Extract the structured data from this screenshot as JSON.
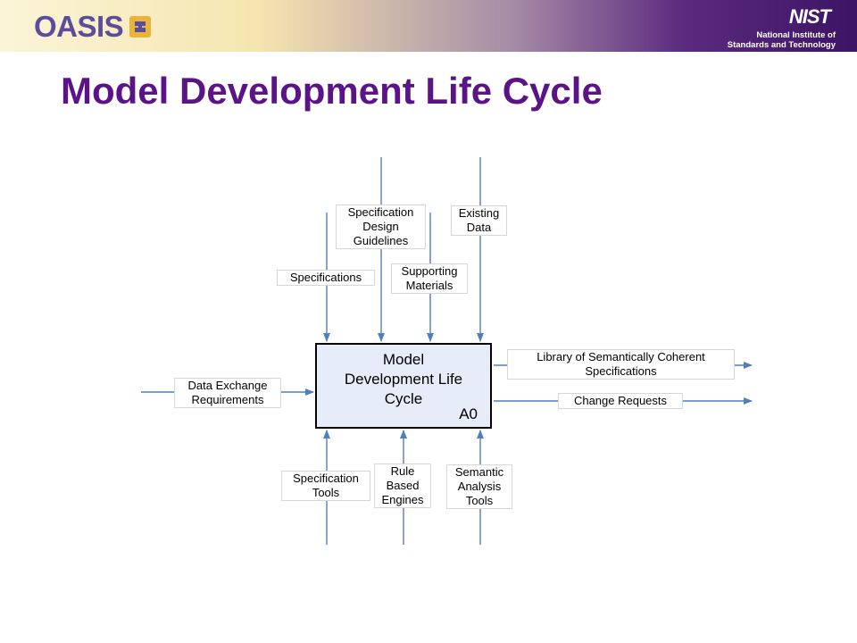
{
  "header": {
    "oasis_logo": "OASIS",
    "nist_logo": "NIST",
    "nist_line1": "National Institute of",
    "nist_line2": "Standards and Technology"
  },
  "title": "Model Development Life Cycle",
  "diagram": {
    "activity": {
      "label": "Model\nDevelopment Life\nCycle",
      "node": "A0"
    },
    "controls": [
      {
        "label": "Specifications"
      },
      {
        "label": "Specification\nDesign\nGuidelines"
      },
      {
        "label": "Supporting\nMaterials"
      },
      {
        "label": "Existing\nData"
      }
    ],
    "inputs": [
      {
        "label": "Data Exchange\nRequirements"
      }
    ],
    "outputs": [
      {
        "label": "Library of Semantically Coherent\nSpecifications"
      },
      {
        "label": "Change Requests"
      }
    ],
    "mechanisms": [
      {
        "label": "Specification\nTools"
      },
      {
        "label": "Rule\nBased\nEngines"
      },
      {
        "label": "Semantic\nAnalysis\nTools"
      }
    ],
    "colors": {
      "arrow": "#4f7fbd",
      "box_fill": "#e6edf8",
      "title": "#5a1487"
    }
  }
}
